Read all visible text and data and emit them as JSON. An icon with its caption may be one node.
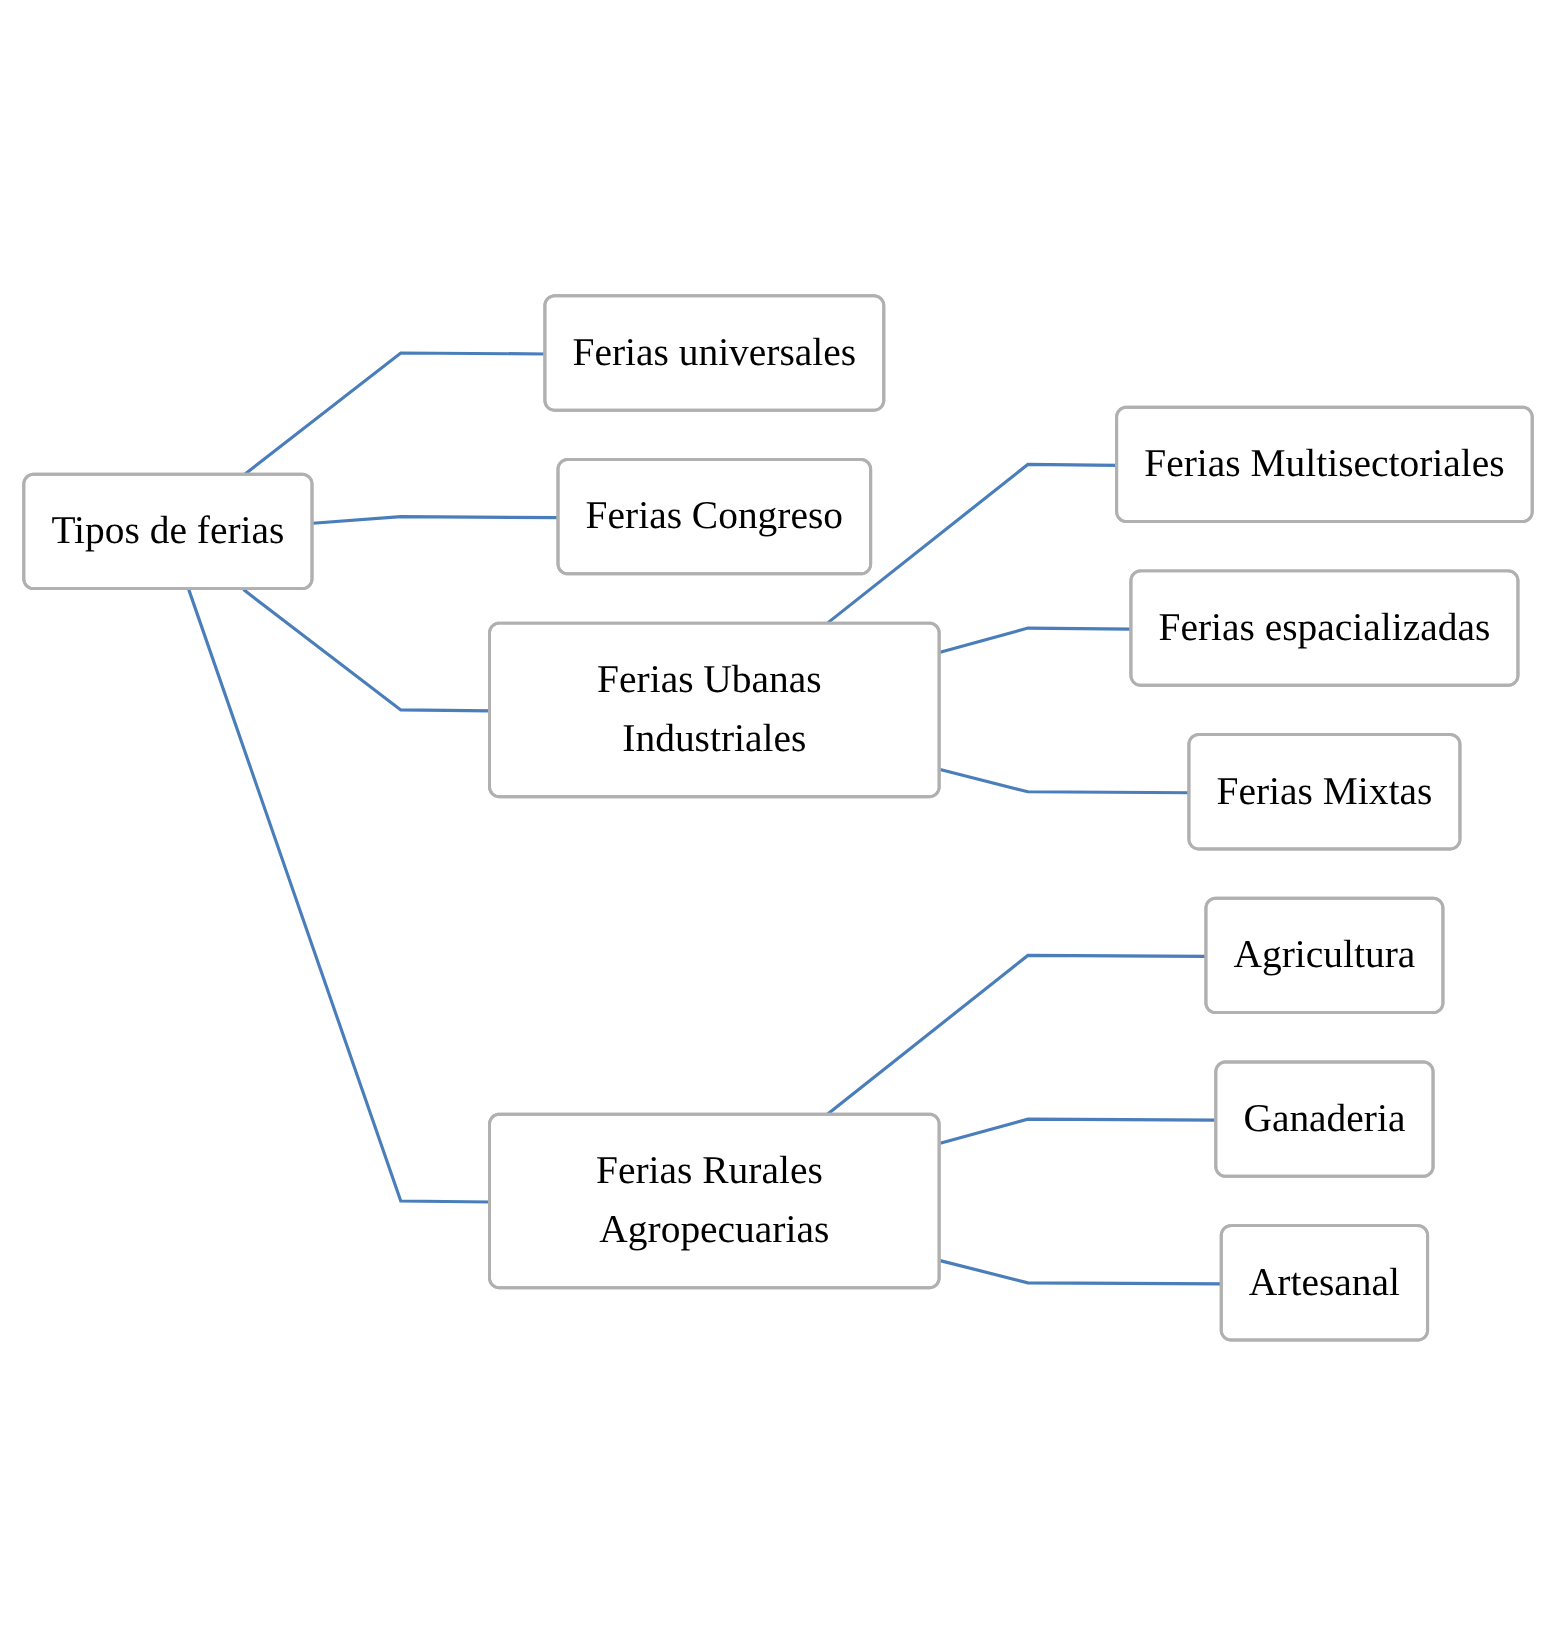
{
  "diagram": {
    "nodes": [
      {
        "text": [
          "Tipos de ferias"
        ]
      },
      {
        "text": [
          "Ferias universales"
        ]
      },
      {
        "text": [
          "Ferias Congreso"
        ]
      },
      {
        "text": [
          "Ferias Ubanas Industriales"
        ]
      },
      {
        "text": [
          "Ferias Rurales Agropecuarias"
        ]
      },
      {
        "text": [
          "Ferias Multisectoriales"
        ]
      },
      {
        "text": [
          "Ferias espacializadas"
        ]
      },
      {
        "text": [
          "Ferias Mixtas"
        ]
      },
      {
        "text": [
          "Agricultura"
        ]
      },
      {
        "text": [
          "Ganaderia"
        ]
      },
      {
        "text": [
          "Artesanal"
        ]
      }
    ],
    "edges": [
      {
        "from": 0,
        "to": 1,
        "arrow": "none"
      },
      {
        "from": 0,
        "to": 2,
        "arrow": "none"
      },
      {
        "from": 0,
        "to": 3,
        "arrow": "none"
      },
      {
        "from": 0,
        "to": 4,
        "arrow": "none"
      },
      {
        "from": 3,
        "to": 5,
        "arrow": "none"
      },
      {
        "from": 3,
        "to": 6,
        "arrow": "none"
      },
      {
        "from": 3,
        "to": 7,
        "arrow": "none"
      },
      {
        "from": 4,
        "to": 8,
        "arrow": "none"
      },
      {
        "from": 4,
        "to": 9,
        "arrow": "none"
      },
      {
        "from": 4,
        "to": 10,
        "arrow": "none"
      }
    ]
  }
}
